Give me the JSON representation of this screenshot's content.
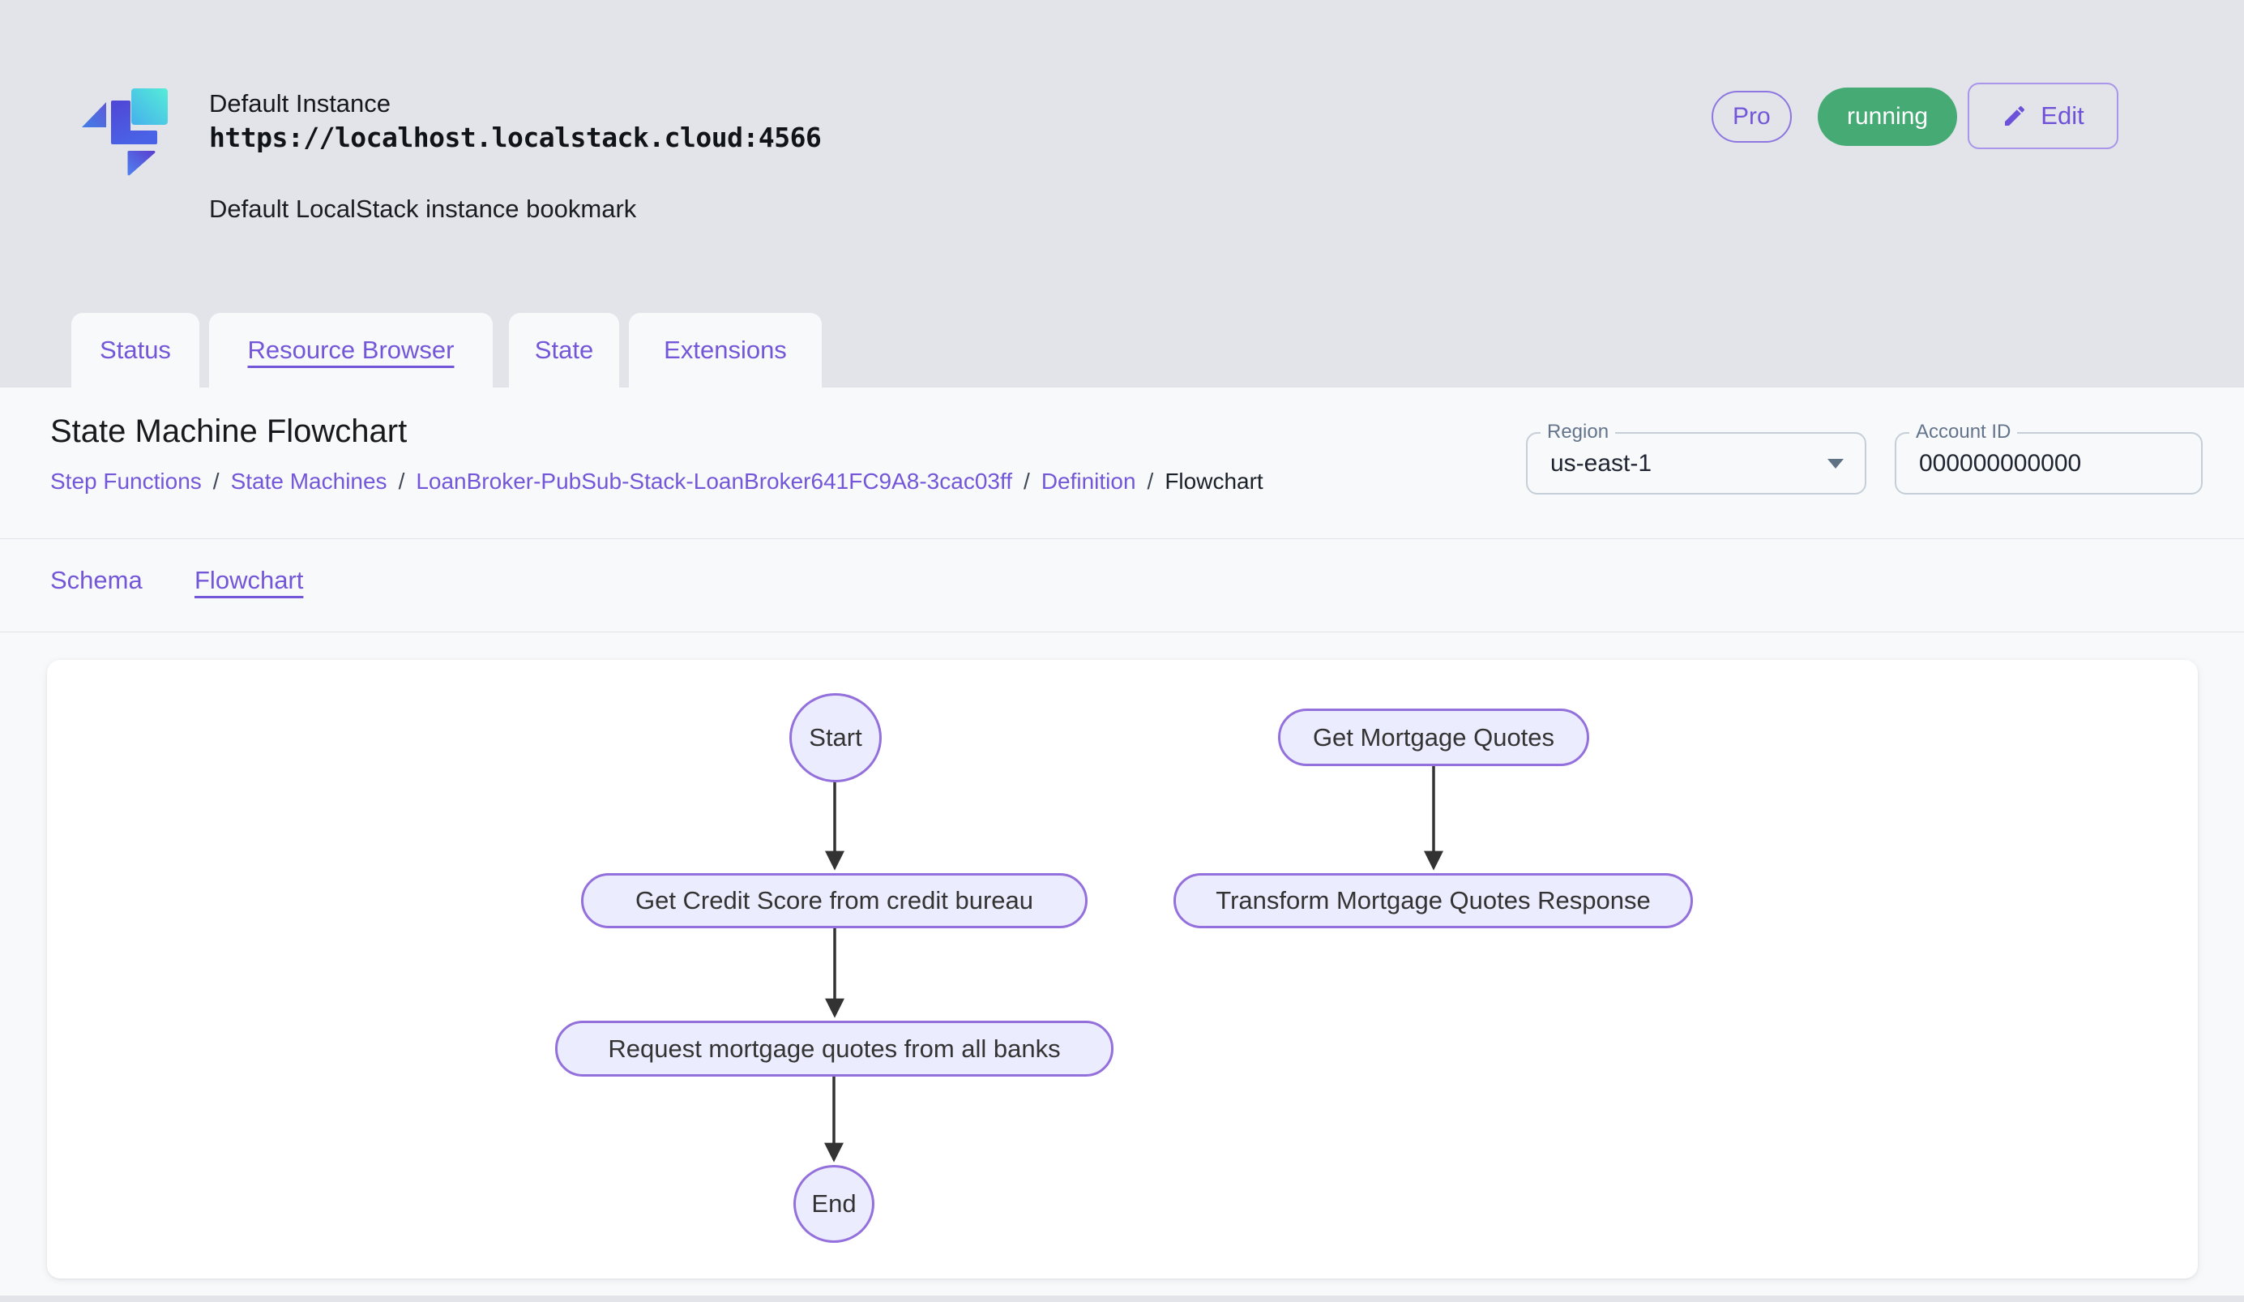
{
  "header": {
    "instance_name": "Default Instance",
    "instance_url": "https://localhost.localstack.cloud:4566",
    "instance_description": "Default LocalStack instance bookmark",
    "pro_badge": "Pro",
    "status_badge": "running",
    "edit_button": "Edit"
  },
  "tabs": [
    {
      "label": "Status",
      "active": false
    },
    {
      "label": "Resource Browser",
      "active": true
    },
    {
      "label": "State",
      "active": false
    },
    {
      "label": "Extensions",
      "active": false
    }
  ],
  "page": {
    "title": "State Machine Flowchart",
    "breadcrumb": {
      "separator": "/",
      "items": [
        {
          "label": "Step Functions"
        },
        {
          "label": "State Machines"
        },
        {
          "label": "LoanBroker-PubSub-Stack-LoanBroker641FC9A8-3cac03ff"
        },
        {
          "label": "Definition"
        },
        {
          "label": "Flowchart"
        }
      ]
    },
    "region": {
      "label": "Region",
      "value": "us-east-1"
    },
    "account": {
      "label": "Account ID",
      "value": "000000000000"
    },
    "subtabs": [
      {
        "label": "Schema",
        "active": false
      },
      {
        "label": "Flowchart",
        "active": true
      }
    ]
  },
  "flowchart": {
    "nodes": [
      {
        "id": "start",
        "label": "Start",
        "shape": "ellipse"
      },
      {
        "id": "get_mortgage_quotes",
        "label": "Get Mortgage Quotes",
        "shape": "rounded"
      },
      {
        "id": "get_credit_score",
        "label": "Get Credit Score from credit bureau",
        "shape": "rounded"
      },
      {
        "id": "transform_response",
        "label": "Transform Mortgage Quotes Response",
        "shape": "rounded"
      },
      {
        "id": "request_quotes",
        "label": "Request mortgage quotes from all banks",
        "shape": "rounded"
      },
      {
        "id": "end",
        "label": "End",
        "shape": "ellipse"
      }
    ],
    "edges": [
      {
        "from": "start",
        "to": "get_credit_score"
      },
      {
        "from": "get_credit_score",
        "to": "request_quotes"
      },
      {
        "from": "request_quotes",
        "to": "end"
      },
      {
        "from": "get_mortgage_quotes",
        "to": "transform_response"
      }
    ]
  },
  "colors": {
    "accent_purple": "#7457d8",
    "badge_green": "#45aa74",
    "node_fill": "#ececff",
    "node_border": "#9370db",
    "arrow": "#333333",
    "page_background": "#e2e4e9",
    "panel_background": "#f7f9fb"
  }
}
